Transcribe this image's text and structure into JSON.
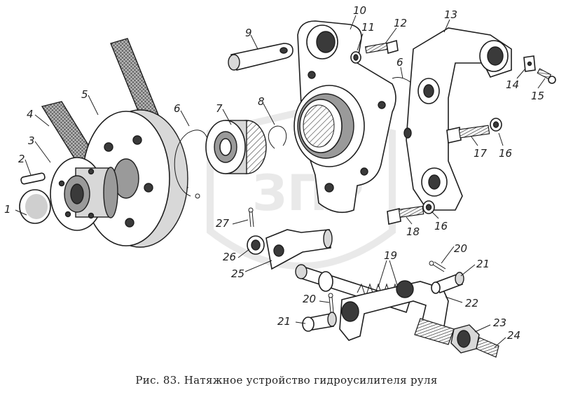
{
  "figure": {
    "caption": "Рис. 83. Натяжное устройство гидроусилителя руля"
  },
  "labels": {
    "l1": "1",
    "l2": "2",
    "l3": "3",
    "l4": "4",
    "l5": "5",
    "l6a": "6",
    "l6b": "6",
    "l7": "7",
    "l8": "8",
    "l9": "9",
    "l10": "10",
    "l11": "11",
    "l12": "12",
    "l13": "13",
    "l14": "14",
    "l15": "15",
    "l16a": "16",
    "l16b": "16",
    "l17": "17",
    "l18": "18",
    "l19": "19",
    "l20a": "20",
    "l20b": "20",
    "l21a": "21",
    "l21b": "21",
    "l22": "22",
    "l23": "23",
    "l24": "24",
    "l25": "25",
    "l26": "26",
    "l27": "27"
  }
}
